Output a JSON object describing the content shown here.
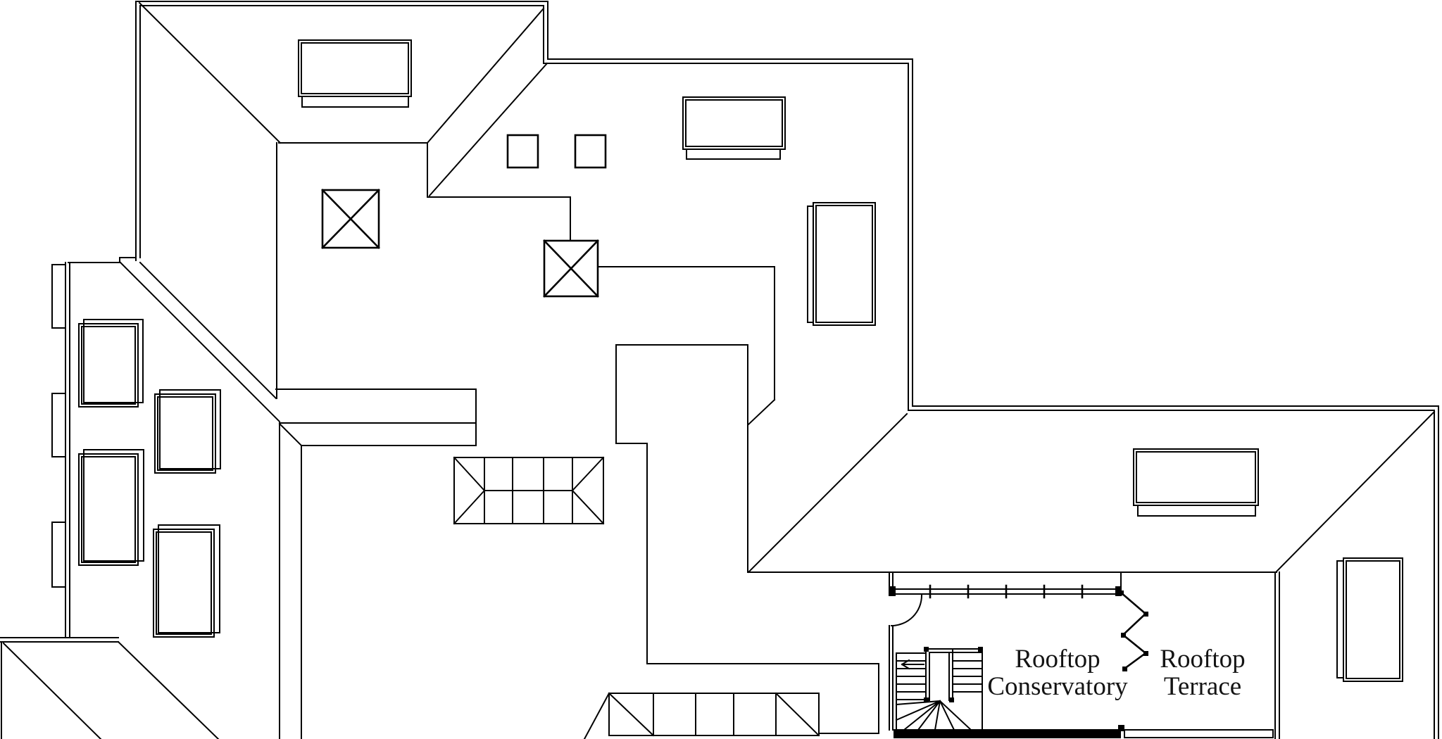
{
  "drawing": {
    "type": "architectural-roof-plan",
    "background_color": "#ffffff",
    "line_color": "#000000",
    "text_color": "#141414",
    "labels": {
      "conservatory": {
        "line1": "Rooftop",
        "line2": "Conservatory"
      },
      "terrace": {
        "line1": "Rooftop",
        "line2": "Terrace"
      }
    },
    "features": {
      "skylight_count": 5,
      "chimney_count": 2,
      "roof_lantern_count": 2,
      "dormer_count": 2,
      "stair": "winder-stair",
      "wall_break_symbol": "zigzag"
    }
  }
}
